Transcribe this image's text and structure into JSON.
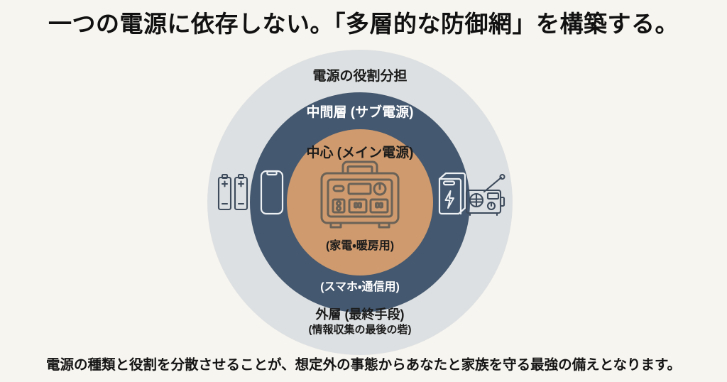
{
  "slide": {
    "headline": "一つの電源に依存しない。「多層的な防御網」を構築する。",
    "caption": "電源の種類と役割を分散させることが、想定外の事態からあなたと家族を守る最強の備えとなります。",
    "background_color": "#F7F5F0"
  },
  "diagram": {
    "type": "concentric-rings",
    "title": "電源の役割分担",
    "rings": [
      {
        "id": "outer",
        "title": "電源の役割分担",
        "bottom_label": "外層 (最終手段)",
        "bottom_sublabel": "(情報収集の最後の砦)",
        "color": "#DDE0E2",
        "text_color": "#1B1B1B",
        "icons": [
          "battery-icon",
          "radio-icon"
        ]
      },
      {
        "id": "middle",
        "title": "中間層 (サブ電源)",
        "sublabel": "(スマホ・通信用)",
        "color": "#44586F",
        "text_color": "#FFFFFF",
        "icons": [
          "smartphone-icon",
          "power-bank-icon"
        ]
      },
      {
        "id": "inner",
        "title": "中心 (メイン電源)",
        "sublabel": "(家電・暖房用)",
        "color": "#CE9A6E",
        "text_color": "#1B1B1B",
        "icons": [
          "portable-power-station-icon"
        ]
      }
    ]
  }
}
